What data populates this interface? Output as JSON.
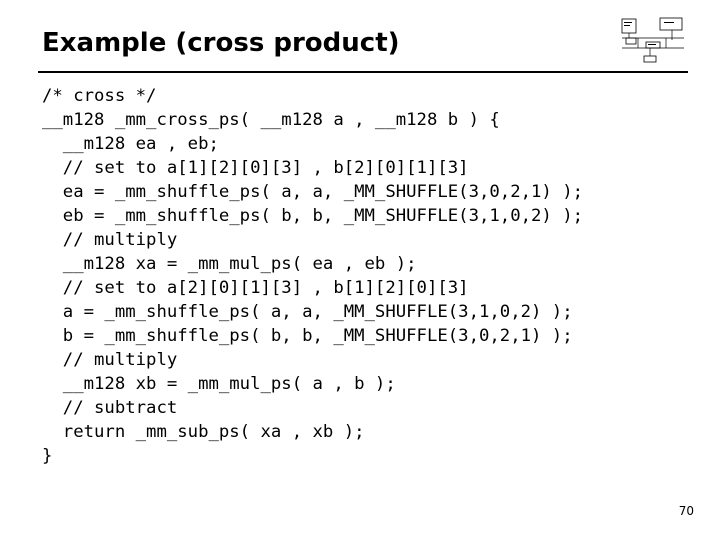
{
  "slide": {
    "title": "Example (cross product)",
    "page_number": "70"
  },
  "code_lines": [
    "/* cross */",
    "__m128 _mm_cross_ps( __m128 a , __m128 b ) {",
    "  __m128 ea , eb;",
    "  // set to a[1][2][0][3] , b[2][0][1][3]",
    "  ea = _mm_shuffle_ps( a, a, _MM_SHUFFLE(3,0,2,1) );",
    "  eb = _mm_shuffle_ps( b, b, _MM_SHUFFLE(3,1,0,2) );",
    "  // multiply",
    "  __m128 xa = _mm_mul_ps( ea , eb );",
    "  // set to a[2][0][1][3] , b[1][2][0][3]",
    "  a = _mm_shuffle_ps( a, a, _MM_SHUFFLE(3,1,0,2) );",
    "  b = _mm_shuffle_ps( b, b, _MM_SHUFFLE(3,0,2,1) );",
    "  // multiply",
    "  __m128 xb = _mm_mul_ps( a , b );",
    "  // subtract",
    "  return _mm_sub_ps( xa , xb );",
    "}"
  ]
}
